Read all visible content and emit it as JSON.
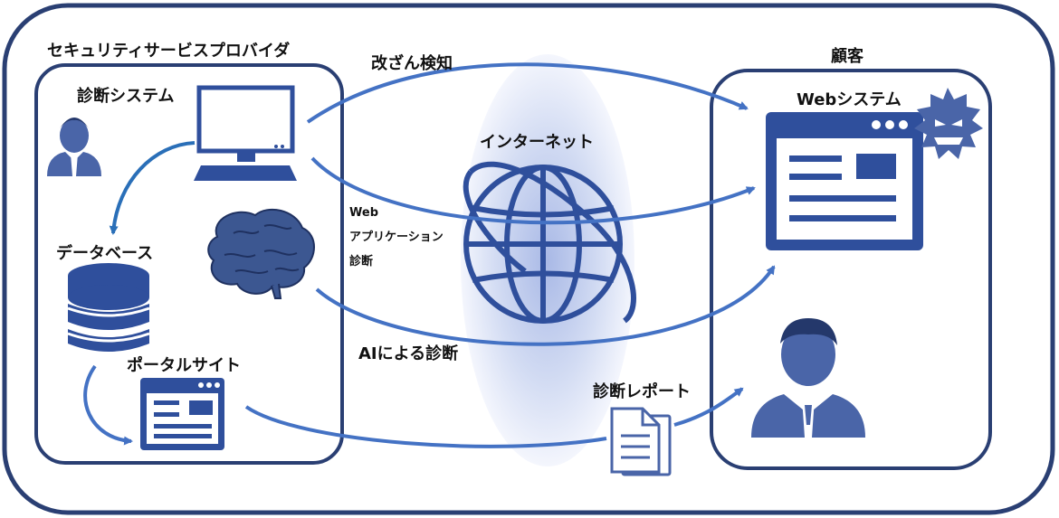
{
  "provider": {
    "title": "セキュリティサービスプロバイダ",
    "diagnosis_system": "診断システム",
    "database": "データベース",
    "portal_site": "ポータルサイト"
  },
  "customer": {
    "title": "顧客",
    "web_system": "Webシステム"
  },
  "internet": "インターネット",
  "flows": {
    "tamper_detection": "改ざん検知",
    "webapp_line1": "Web",
    "webapp_line2": "アプリケーション",
    "webapp_line3": "診断",
    "ai_diagnosis": "AIによる診断",
    "report": "診断レポート"
  },
  "colors": {
    "border": "#2a3f73",
    "icon": "#2f4f9c",
    "arrow": "#4472c4"
  }
}
